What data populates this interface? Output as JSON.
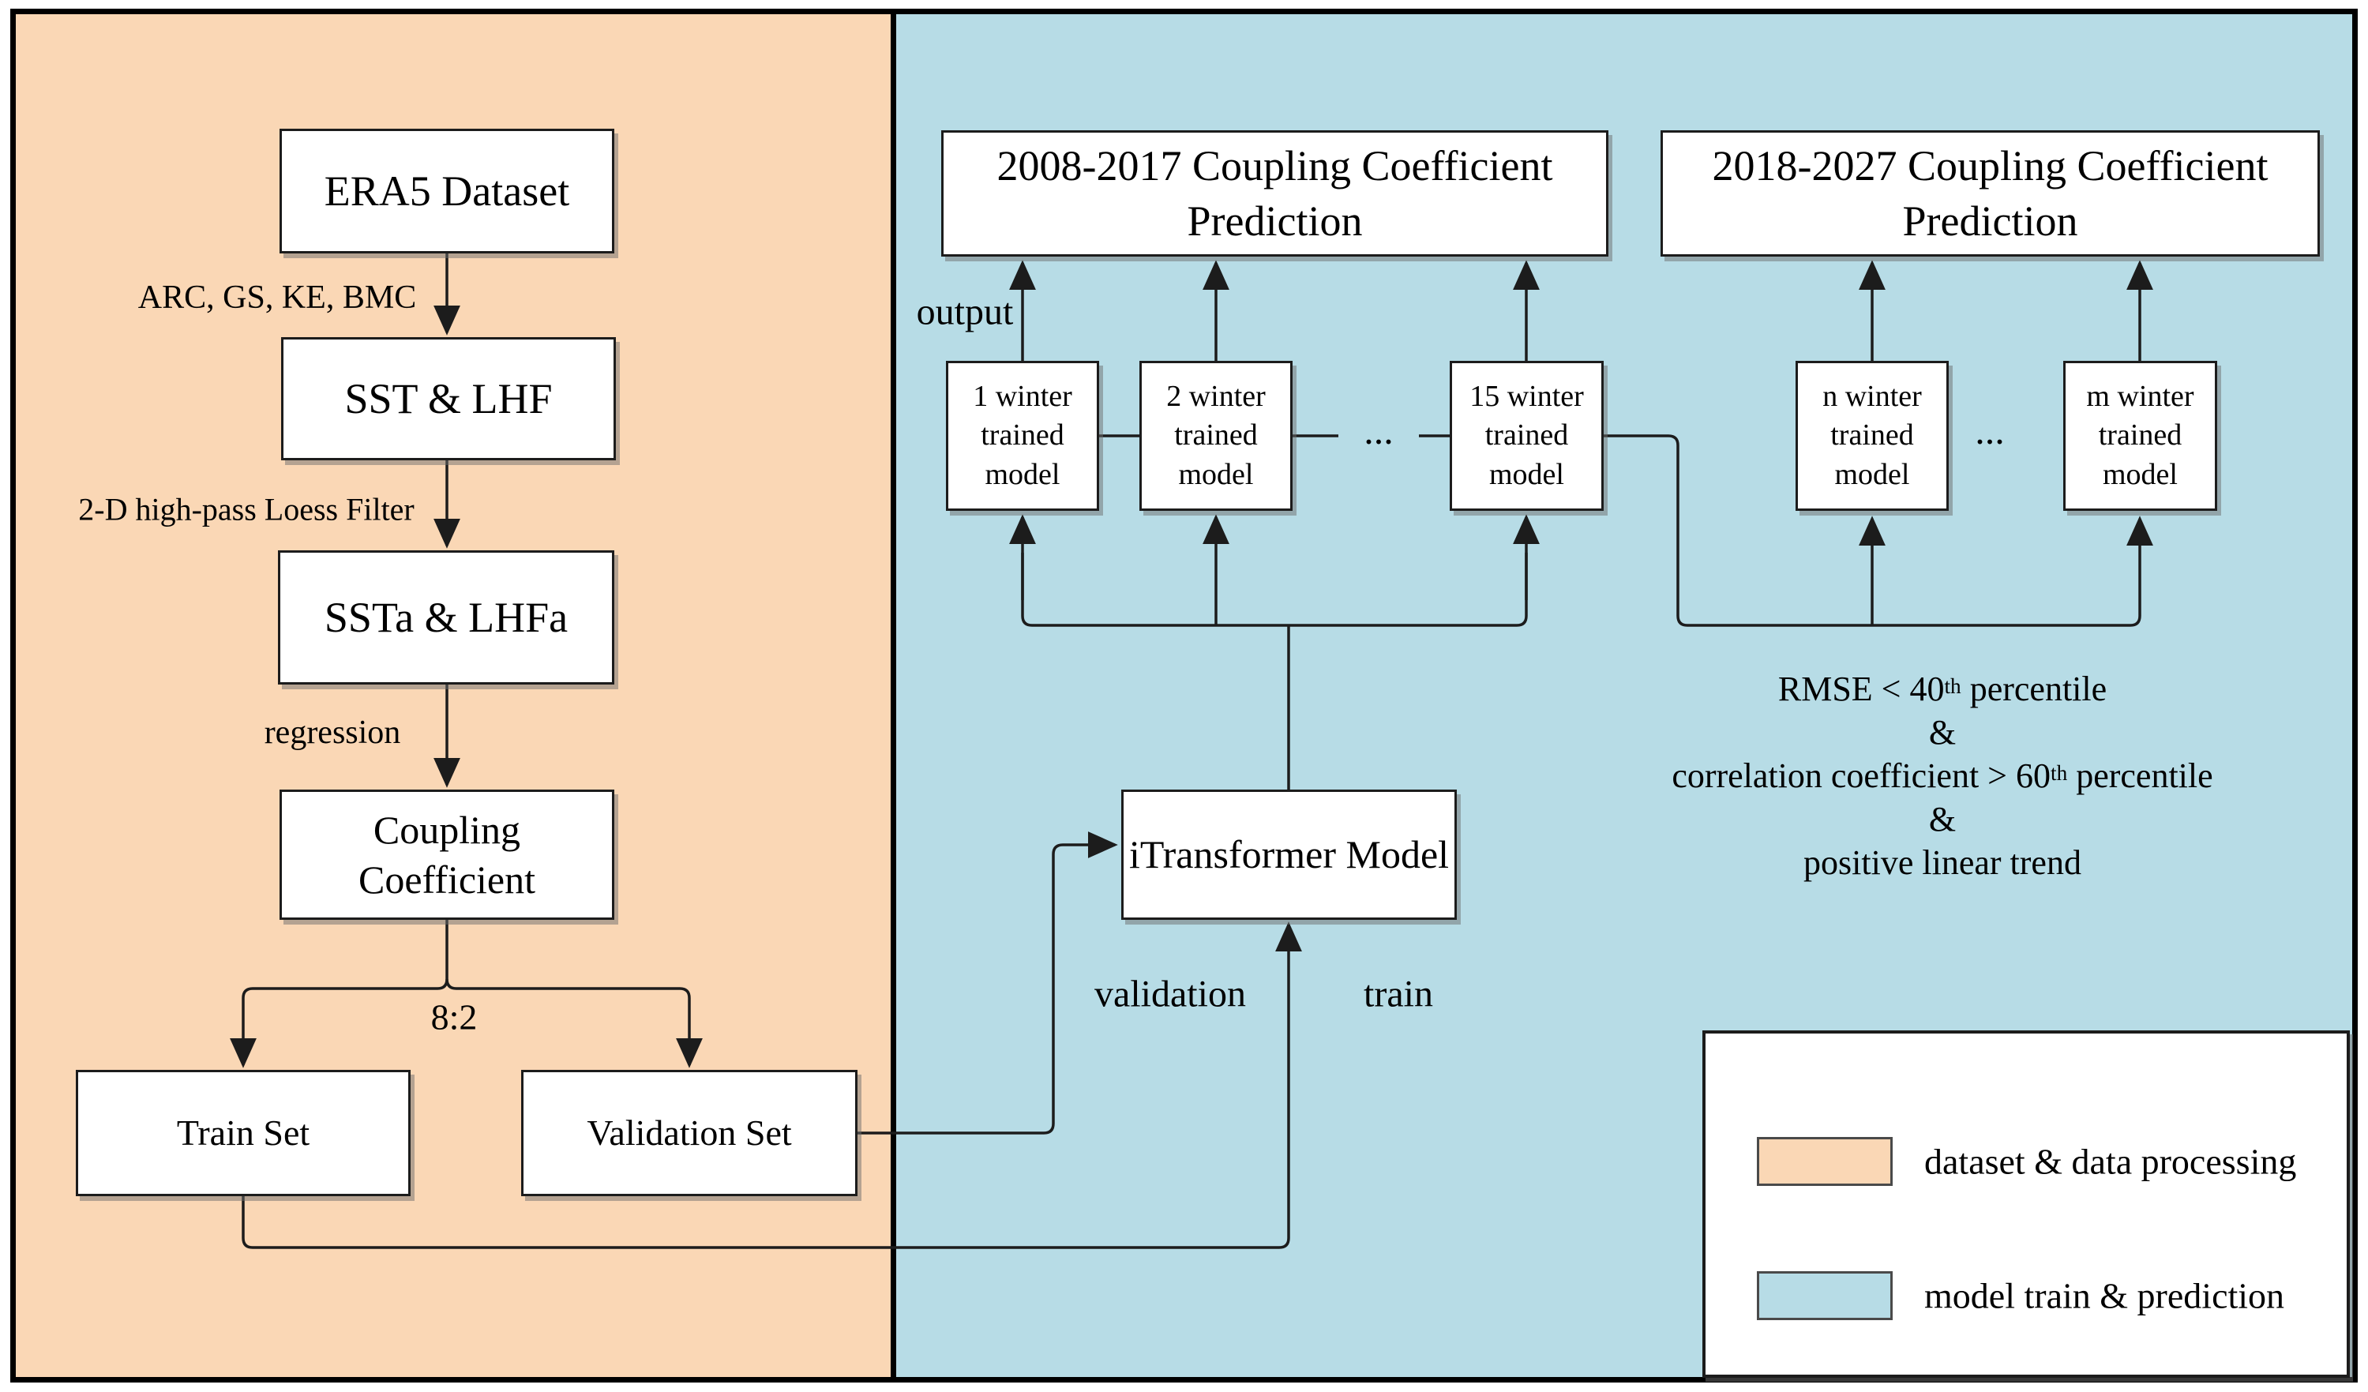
{
  "colors": {
    "dataset_panel": "#FAD7B5",
    "model_panel": "#B7DCE6",
    "line": "#1c1c1c"
  },
  "boxes": {
    "era5": "ERA5 Dataset",
    "sst_lhf": "SST & LHF",
    "ssta_lhfa": "SSTa & LHFa",
    "coupling": "Coupling Coefficient",
    "train_set": "Train Set",
    "validation_set": "Validation Set",
    "pred_2008": "2008-2017 Coupling Coefficient Prediction",
    "pred_2018": "2018-2027 Coupling Coefficient Prediction",
    "winter_1": "1 winter trained model",
    "winter_2": "2 winter trained model",
    "winter_15": "15 winter trained model",
    "winter_n": "n winter trained model",
    "winter_m": "m winter trained model",
    "itransformer": "iTransformer Model"
  },
  "edge_labels": {
    "era5_to_sst": "ARC, GS, KE, BMC",
    "sst_to_ssta": "2-D high-pass Loess Filter",
    "ssta_to_coupling": "regression",
    "split_ratio": "8:2",
    "output": "output",
    "validation": "validation",
    "train": "train",
    "ellipsis_left": "...",
    "ellipsis_right": "..."
  },
  "criteria": {
    "rmse_pre": "RMSE <  40",
    "rmse_sup": "th",
    "rmse_post": " percentile",
    "amp1": "&",
    "corr_pre": "correlation coefficient > 60",
    "corr_sup": "th",
    "corr_post": " percentile",
    "amp2": "&",
    "trend": "positive linear trend"
  },
  "legend": {
    "items": [
      {
        "label": "dataset & data processing",
        "color": "#FAD7B5"
      },
      {
        "label": "model train & prediction",
        "color": "#B7DCE6"
      }
    ]
  }
}
